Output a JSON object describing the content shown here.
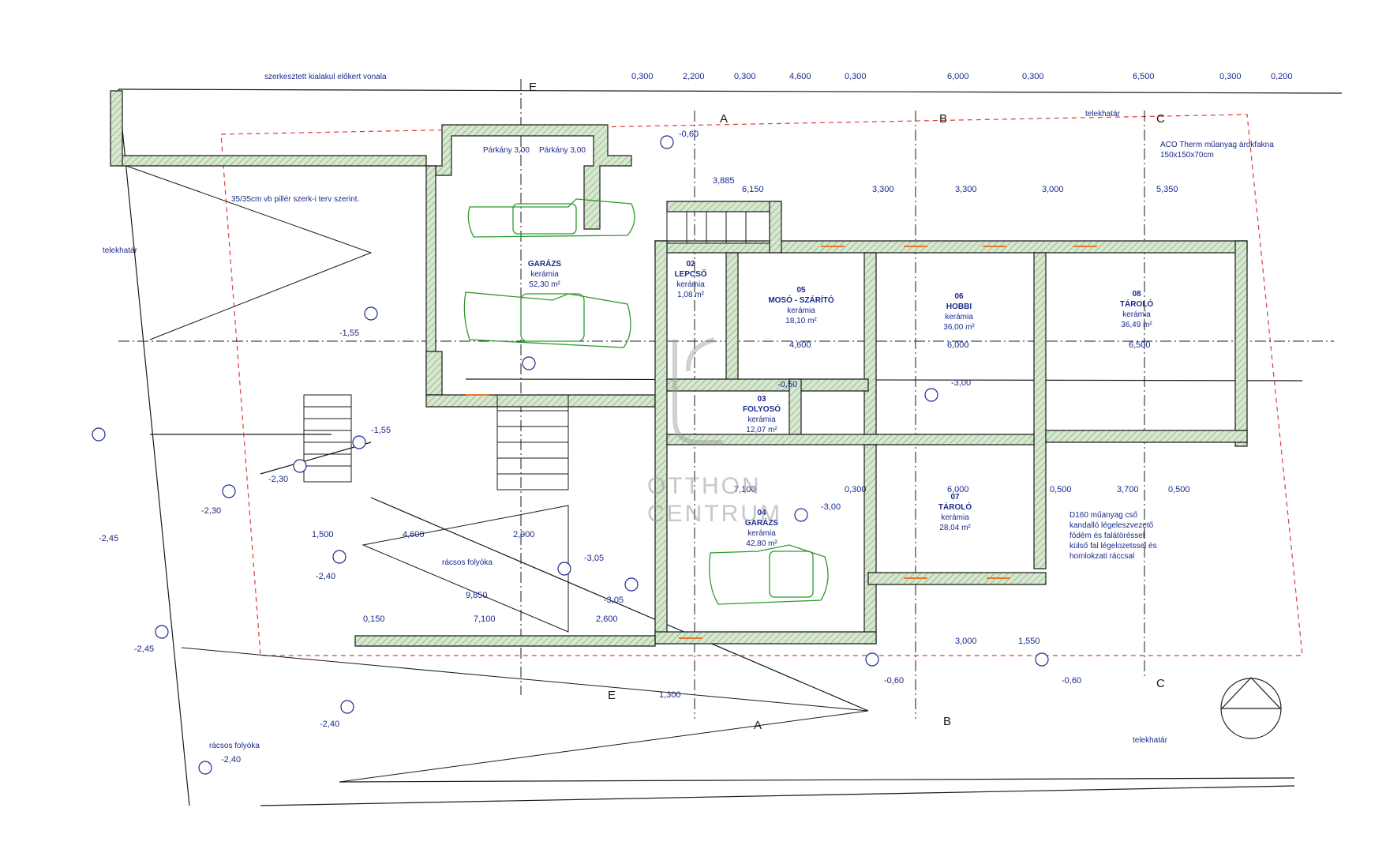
{
  "rooms": [
    {
      "id": "garazs-1",
      "number": "",
      "name": "GARÁZS",
      "finish": "kerámia",
      "area": "52,30 m²"
    },
    {
      "id": "lepcso",
      "number": "02",
      "name": "LEPCSŐ",
      "finish": "kerámia",
      "area": "1,08 m²"
    },
    {
      "id": "moso",
      "number": "05",
      "name": "MOSÓ - SZÁRÍTÓ",
      "finish": "kerámia",
      "area": "18,10 m²"
    },
    {
      "id": "hobbi",
      "number": "06",
      "name": "HOBBI",
      "finish": "kerámia",
      "area": "36,00 m²"
    },
    {
      "id": "tarolo-8",
      "number": "08",
      "name": "TÁROLÓ",
      "finish": "kerámia",
      "area": "36,49 m²"
    },
    {
      "id": "folyoso",
      "number": "03",
      "name": "FOLYOSÓ",
      "finish": "kerámia",
      "area": "12,07 m²"
    },
    {
      "id": "garazs-4",
      "number": "04",
      "name": "GARÁZS",
      "finish": "kerámia",
      "area": "42,80 m²"
    },
    {
      "id": "tarolo-7",
      "number": "07",
      "name": "TÁROLÓ",
      "finish": "kerámia",
      "area": "28,04 m²"
    }
  ],
  "notes": {
    "elokert": "szerkesztett kialakul előkert vonala",
    "telekhatar": "telekhatár",
    "pillar": "35/35cm vb pillér szerk-i terv szerint.",
    "aco": [
      "ACO Therm műanyag árokfakna",
      "150x150x70cm"
    ],
    "parkany": "Párkány 3,00",
    "racsos": "rácsos folyóka",
    "d160": [
      "D160 műanyag cső",
      "kandalló légeleszvezető",
      "födém és falátöréssel",
      "külső fal légelozetssel és",
      "homlokzati ráccsal"
    ]
  },
  "levels": [
    "-1,55",
    "-1,55",
    "-2,30",
    "-2,30",
    "-2,45",
    "-2,45",
    "-2,40",
    "-2,40",
    "-2,40",
    "-3,05",
    "-3,05",
    "-3,00",
    "-3,00",
    "-0,60",
    "-0,60",
    "-0,60",
    "-0,50"
  ],
  "axes": [
    "A",
    "B",
    "C",
    "E"
  ],
  "top_dims": [
    "0,300",
    "2,200",
    "0,300",
    "4,600",
    "0,300",
    "6,000",
    "0,300",
    "6,500",
    "0,300",
    "0,200"
  ],
  "dims": [
    "3,885",
    "6,150",
    "3,300",
    "3,300",
    "3,000",
    "5,350",
    "7,100",
    "0,300",
    "6,000",
    "0,500",
    "3,700",
    "0,500",
    "4,600",
    "6,000",
    "6,500",
    "1,500",
    "4,600",
    "2,900",
    "9,850",
    "7,100",
    "2,600",
    "3,000",
    "1,550",
    "1,300",
    "0,150"
  ],
  "watermark": {
    "line1": "OTTHON",
    "line2": "CENTRUM"
  }
}
